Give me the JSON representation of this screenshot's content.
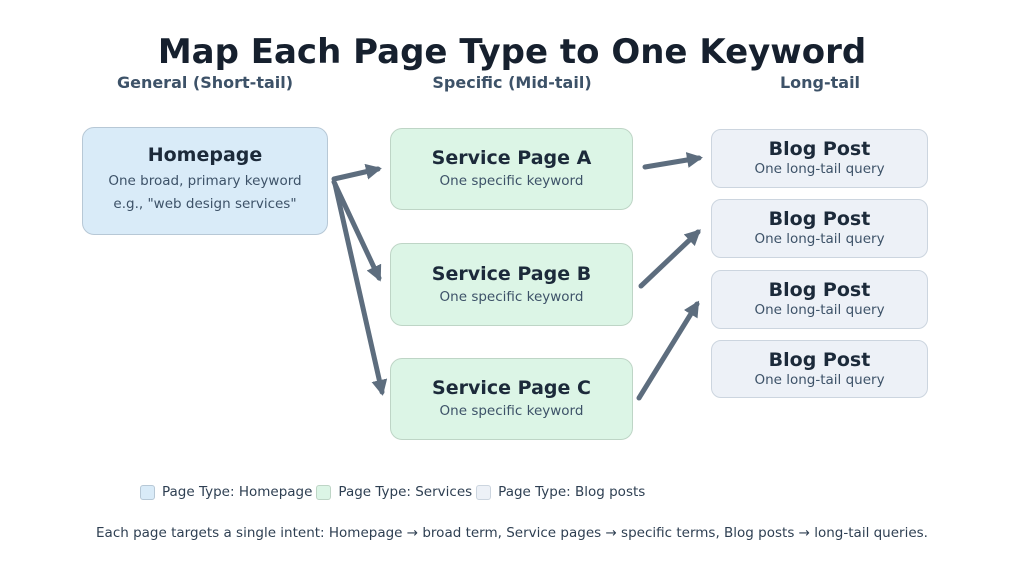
{
  "title": "Map Each Page Type to One Keyword",
  "columns": [
    {
      "label": "General (Short-tail)"
    },
    {
      "label": "Specific (Mid-tail)"
    },
    {
      "label": "Long-tail"
    }
  ],
  "nodes": {
    "homepage": {
      "title": "Homepage",
      "line1": "One broad, primary keyword",
      "line2": "e.g., \"web design services\""
    },
    "services": [
      {
        "title": "Service Page A",
        "subtitle": "One specific keyword"
      },
      {
        "title": "Service Page B",
        "subtitle": "One specific keyword"
      },
      {
        "title": "Service Page C",
        "subtitle": "One specific keyword"
      }
    ],
    "blogs": [
      {
        "title": "Blog Post",
        "subtitle": "One long-tail query"
      },
      {
        "title": "Blog Post",
        "subtitle": "One long-tail query"
      },
      {
        "title": "Blog Post",
        "subtitle": "One long-tail query"
      },
      {
        "title": "Blog Post",
        "subtitle": "One long-tail query"
      }
    ]
  },
  "legend": [
    {
      "label": "Page Type: Homepage",
      "color": "#d9ebf8",
      "border": "#b7c8d6"
    },
    {
      "label": "Page Type: Services",
      "color": "#dcf5e6",
      "border": "#bed5c6"
    },
    {
      "label": "Page Type: Blog posts",
      "color": "#edf1f7",
      "border": "#ccd5df"
    }
  ],
  "caption": "Each page targets a single intent: Homepage → broad term, Service pages → specific terms, Blog posts → long-tail queries.",
  "colors": {
    "title_text": "#16202e",
    "header_text": "#3d5268",
    "arrow": "#5d6d7e",
    "homepage_fill": "#d9ebf8",
    "service_fill": "#dcf5e6",
    "blog_fill": "#edf1f7"
  }
}
